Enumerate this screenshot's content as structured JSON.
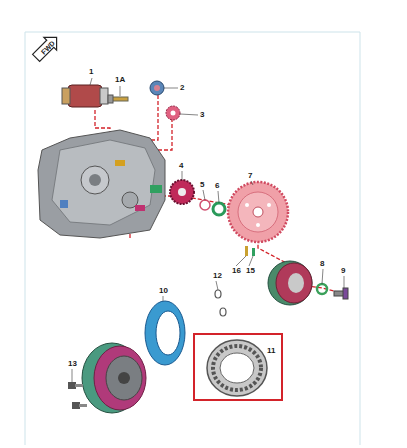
{
  "diagram": {
    "nodes": [
      {
        "text": [
          "11"
        ]
      }
    ],
    "labels": [
      "FWD",
      "1",
      "1A",
      "2",
      "3",
      "4",
      "5",
      "6",
      "7",
      "8",
      "9",
      "10",
      "12",
      "13",
      "16",
      "15"
    ]
  }
}
